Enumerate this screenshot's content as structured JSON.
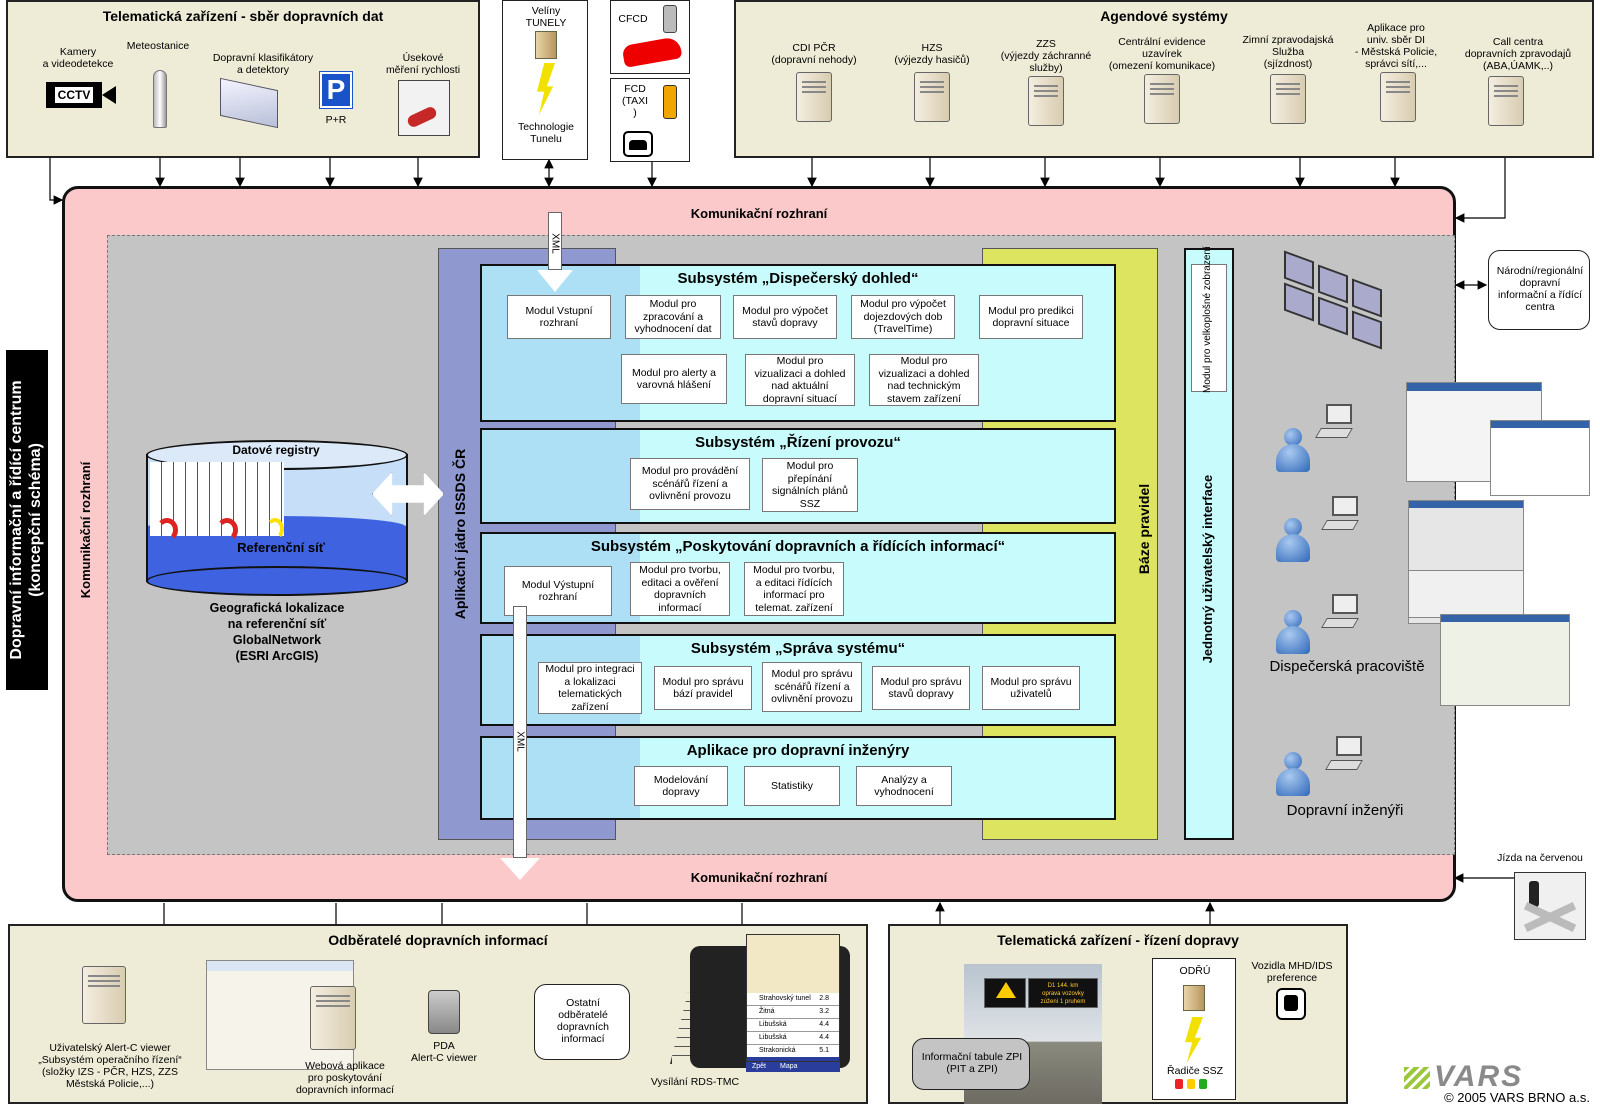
{
  "top_left_panel": {
    "title": "Telematická zařízení - sběr dopravních dat",
    "items": [
      "Kamery\na videodetekce",
      "Meteostanice",
      "Dopravní klasifikátory\na detektory",
      "P+R",
      "Úsekové\nměření rychlosti"
    ],
    "cctv": "CCTV",
    "parking": "P"
  },
  "tunnels": {
    "title": "Velíny\nTUNELY",
    "sub": "Technologie\nTunelu"
  },
  "cfcd": "CFCD",
  "fcd": "FCD\n(TAXI\n)",
  "agenda": {
    "title": "Agendové systémy",
    "items": [
      "CDI PČR\n(dopravní nehody)",
      "HZS\n(výjezdy hasičů)",
      "ZZS\n(výjezdy záchranné\nslužby)",
      "Centrální evidence\nuzavírek\n(omezení komunikace)",
      "Zimní zpravodajská\nSlužba\n(sjízdnost)",
      "Aplikace pro\nuniv. sběr DI\n- Městská Policie,\nsprávci sítí,...",
      "Call centra\ndopravních zpravodajů\n(ABA,ÚAMK,..)"
    ]
  },
  "center": {
    "side_title": "Dopravní informační a řídící centrum\n(koncepční schéma)",
    "comm_top": "Komunikační rozhraní",
    "comm_bottom": "Komunikační rozhraní",
    "comm_left": "Komunikační rozhraní",
    "core": "Aplikační jádro ISSDS ČR",
    "rules": "Báze pravidel",
    "ui": "Jednotný uživatelský interface",
    "ui_module": "Modul pro velkoplošné zobrazení",
    "xml_in": "XML",
    "xml_out": "XML",
    "db": {
      "title": "Datové registry",
      "ref": "Referenční síť",
      "geo": "Geografická lokalizace\nna referenční síť\nGlobalNetwork\n(ESRI ArcGIS)"
    }
  },
  "subsystems": [
    {
      "title": "Subsystém „Dispečerský dohled“",
      "modules": [
        "Modul Vstupní\nrozhraní",
        "Modul pro\nzpracování a\nvyhodnocení dat",
        "Modul pro výpočet\nstavů dopravy",
        "Modul pro výpočet\ndojezdových dob\n(TravelTime)",
        "Modul pro predikci\ndopravní situace",
        "Modul pro alerty a\nvarovná hlášení",
        "Modul pro\nvizualizaci a dohled\nnad aktuální\ndopravní situací",
        "Modul pro\nvizualizaci a dohled\nnad technickým\nstavem zařízení"
      ]
    },
    {
      "title": "Subsystém „Řízení provozu“",
      "modules": [
        "Modul pro provádění\nscénářů řízení a\novlivnění provozu",
        "Modul pro\npřepínání\nsignálních plánů\nSSZ"
      ]
    },
    {
      "title": "Subsystém „Poskytování dopravních a řídících informací“",
      "modules": [
        "Modul Výstupní\nrozhraní",
        "Modul pro tvorbu,\neditaci a ověření\ndopravních\ninformací",
        "Modul pro tvorbu,\na editaci řídících\ninformací pro\ntelemat. zařízení"
      ]
    },
    {
      "title": "Subsystém „Správa systému“",
      "modules": [
        "Modul pro integraci\na lokalizaci\ntelematických\nzařízení",
        "Modul pro správu\nbází pravidel",
        "Modul pro správu\nscénářů řízení a\novlivnění provozu",
        "Modul pro správu\nstavů dopravy",
        "Modul pro správu\nuživatelů"
      ]
    },
    {
      "title": "Aplikace pro dopravní inženýry",
      "modules": [
        "Modelování\ndopravy",
        "Statistiky",
        "Analýzy a\nvyhodnocení"
      ]
    }
  ],
  "right": {
    "national": "Národní/regionální\ndopravní\ninformační a řídící\ncentra",
    "dispatch": "Dispečerská pracoviště",
    "engineers": "Dopravní inženýři",
    "red_light": "Jízda na červenou"
  },
  "bottom_left": {
    "title": "Odběratelé dopravních informací",
    "items": [
      "Uživatelský Alert-C viewer\n„Subsystém operačního řízení“\n(složky IZS - PČR, HZS, ZZS\nMěstská Policie,...)",
      "Webová aplikace\npro poskytování\ndopravních informací",
      "PDA\nAlert-C viewer",
      "Ostatní\nodběratelé\ndopravních\ninformací",
      "Vysílání RDS-TMC"
    ],
    "nav_rows": [
      [
        "Strahovský tunel",
        "2.8"
      ],
      [
        "Žitná",
        "3.2"
      ],
      [
        "Libušská",
        "4.4"
      ],
      [
        "Libušská",
        "4.4"
      ],
      [
        "Strakonická",
        "5.1"
      ]
    ],
    "nav_buttons": [
      "Zpět",
      "Mapa"
    ]
  },
  "bottom_right": {
    "title": "Telematická zařízení - řízení dopravy",
    "vms": "Informační tabule ZPI\n(PIT a ZPI)",
    "vms_text": "D1 144. km\noprava vozovky\nzúžení 1 pruhem",
    "odru": "ODŘÚ",
    "ssz": "Řadiče SSZ",
    "mhd": "Vozidla MHD/IDS\npreference"
  },
  "brand": {
    "logo": "VARS",
    "copyright": "© 2005  VARS BRNO a.s."
  }
}
